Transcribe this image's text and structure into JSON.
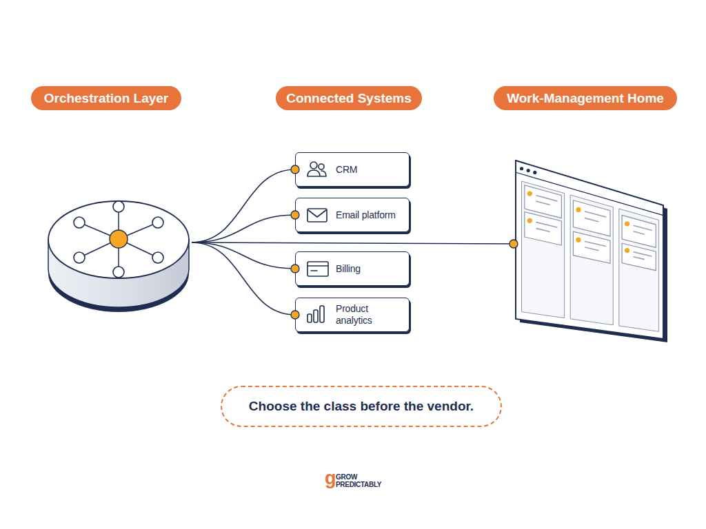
{
  "diagram": {
    "caption": "Choose the class before the vendor.",
    "nodes": [
      {
        "text": [
          "Orchestration Layer"
        ]
      },
      {
        "text": [
          "CRM"
        ]
      },
      {
        "text": [
          "Email platform"
        ]
      },
      {
        "text": [
          "Billing"
        ]
      },
      {
        "text": [
          "Product analytics"
        ]
      },
      {
        "text": [
          "Work-Management Home"
        ]
      }
    ],
    "edges": [
      {
        "from": 0,
        "to": 1,
        "arrow": "none"
      },
      {
        "from": 0,
        "to": 2,
        "arrow": "none"
      },
      {
        "from": 0,
        "to": 5,
        "arrow": "none"
      },
      {
        "from": 0,
        "to": 3,
        "arrow": "none"
      },
      {
        "from": 0,
        "to": 4,
        "arrow": "none"
      }
    ],
    "labels": [
      "Connected Systems",
      "g",
      "GROW PREDICTABLY"
    ]
  }
}
